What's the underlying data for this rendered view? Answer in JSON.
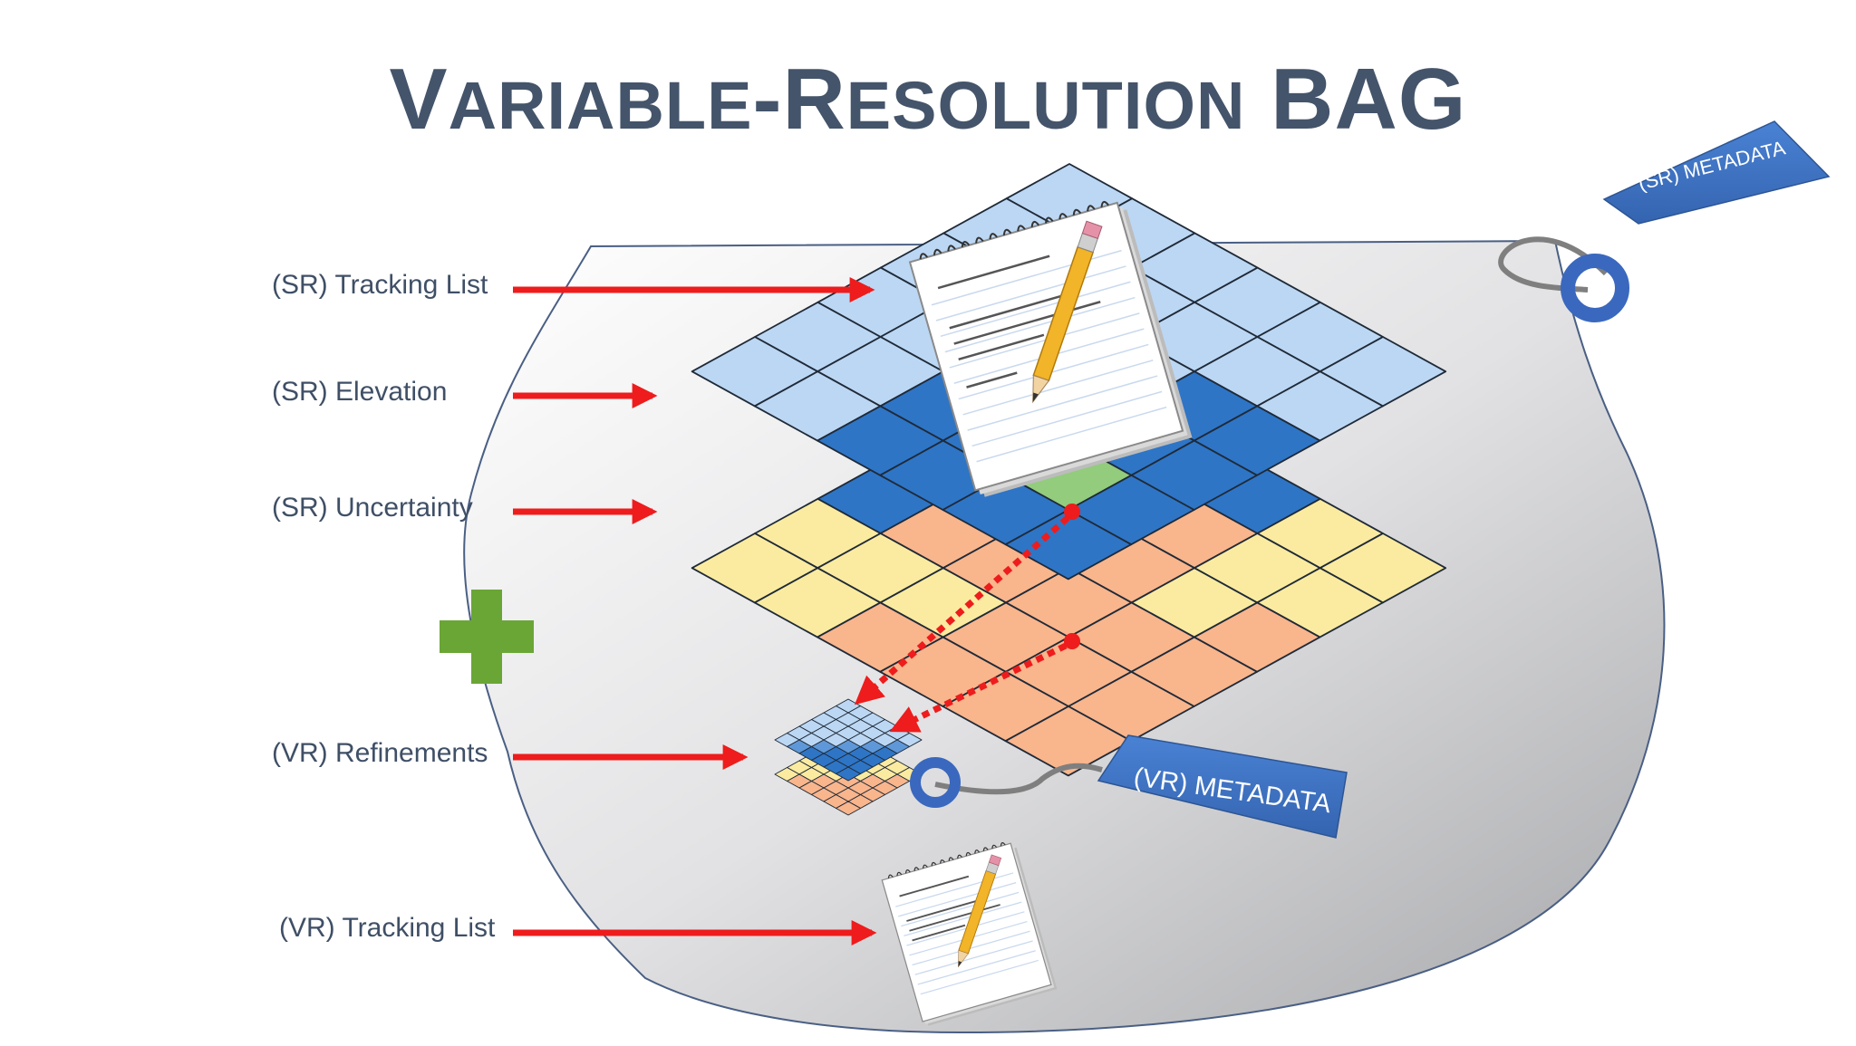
{
  "title": {
    "first_initial": "V",
    "first_rest": "ARIABLE",
    "dash": "-",
    "second_initial": "R",
    "second_rest": "ESOLUTION",
    "third": "BAG"
  },
  "labels": {
    "sr_tracking_list": "(SR) Tracking List",
    "sr_elevation": "(SR) Elevation",
    "sr_uncertainty": "(SR) Uncertainty",
    "vr_refinements": "(VR) Refinements",
    "vr_tracking_list": "(VR) Tracking List"
  },
  "tags": {
    "sr_metadata": "(SR) METADATA",
    "vr_metadata": "(VR) METADATA"
  },
  "colors": {
    "title": "#44546a",
    "label_text": "#3f4f66",
    "arrow": "#ee1c1c",
    "tag_fill": "#3e72c4",
    "light_blue": "#bcd7f3",
    "dark_blue": "#2e75c6",
    "yellow": "#fbeba0",
    "orange": "#f9b58c",
    "green": "#92cc7c",
    "plus": "#6aa636"
  },
  "icons": [
    "notepad-pencil-icon",
    "plus-icon",
    "ring-icon",
    "tag-icon"
  ]
}
